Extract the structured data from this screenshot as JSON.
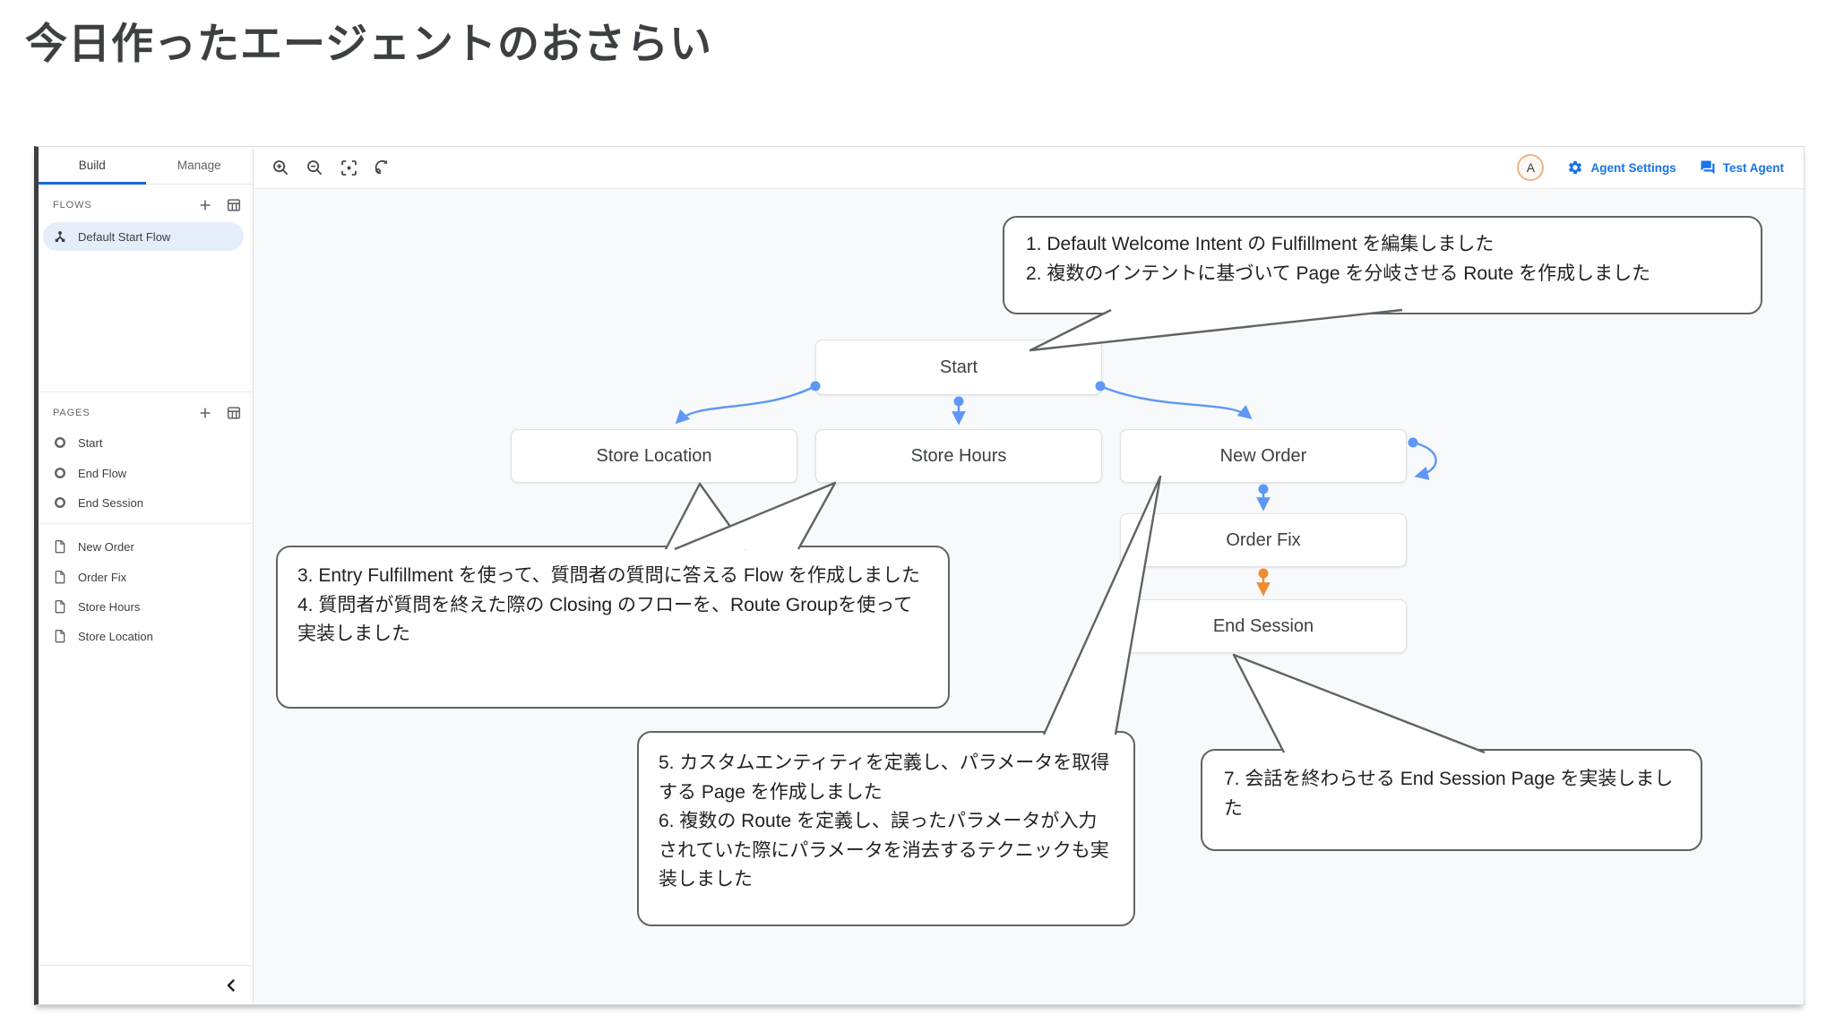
{
  "slide_title": "今日作ったエージェントのおさらい",
  "colors": {
    "accent_blue": "#1a73e8",
    "tab_underline": "#1a67d2",
    "edge_blue": "#5e97f6",
    "edge_orange": "#f08b33",
    "canvas_bg": "#f8f9fa",
    "selected_item_bg": "#e4eefb",
    "avatar_ring": "#e9b68b",
    "bubble_border": "#5f6368"
  },
  "sidebar": {
    "tabs": [
      {
        "label": "Build"
      },
      {
        "label": "Manage"
      }
    ],
    "flows_header": "FLOWS",
    "flows_header_icons": [
      "plus-icon",
      "table-icon"
    ],
    "flows": [
      {
        "label": "Default Start Flow",
        "icon": "flow-icon",
        "selected": true
      }
    ],
    "pages_header": "PAGES",
    "pages_header_icons": [
      "plus-icon",
      "table-icon"
    ],
    "special_pages": [
      {
        "label": "Start",
        "icon": "circle-icon"
      },
      {
        "label": "End Flow",
        "icon": "circle-icon"
      },
      {
        "label": "End Session",
        "icon": "circle-icon"
      }
    ],
    "pages": [
      {
        "label": "New Order",
        "icon": "page-icon"
      },
      {
        "label": "Order Fix",
        "icon": "page-icon"
      },
      {
        "label": "Store Hours",
        "icon": "page-icon"
      },
      {
        "label": "Store Location",
        "icon": "page-icon"
      }
    ],
    "collapse_icon": "chevron-left-icon"
  },
  "toolbar": {
    "icons": [
      "zoom-in-icon",
      "zoom-out-icon",
      "center-focus-icon",
      "reset-view-icon"
    ]
  },
  "header_right": {
    "avatar_letter": "A",
    "agent_settings_label": "Agent Settings",
    "test_agent_label": "Test Agent"
  },
  "diagram": {
    "nodes": [
      {
        "label": "Start"
      },
      {
        "label": "Store Location"
      },
      {
        "label": "Store Hours"
      },
      {
        "label": "New Order"
      },
      {
        "label": "Order Fix"
      },
      {
        "label": "End Session"
      }
    ],
    "edges": [
      {
        "from": "Start",
        "to": "Store Location",
        "color": "blue"
      },
      {
        "from": "Start",
        "to": "Store Hours",
        "color": "blue"
      },
      {
        "from": "Start",
        "to": "New Order",
        "color": "blue"
      },
      {
        "from": "New Order",
        "to": "New Order",
        "color": "blue"
      },
      {
        "from": "New Order",
        "to": "Order Fix",
        "color": "blue"
      },
      {
        "from": "Order Fix",
        "to": "End Session",
        "color": "orange"
      }
    ]
  },
  "callouts": [
    {
      "text": "1. Default Welcome Intent の Fulfillment を編集しました\n2. 複数のインテントに基づいて Page を分岐させる Route を作成しました"
    },
    {
      "text": "3. Entry Fulfillment を使って、質問者の質問に答える Flow を作成しました\n4. 質問者が質問を終えた際の Closing のフローを、Route Groupを使って実装しました"
    },
    {
      "text": "5. カスタムエンティティを定義し、パラメータを取得する Page を作成しました\n6. 複数の Route を定義し、誤ったパラメータが入力されていた際にパラメータを消去するテクニックも実装しました"
    },
    {
      "text": "7. 会話を終わらせる End Session Page を実装しました"
    }
  ]
}
